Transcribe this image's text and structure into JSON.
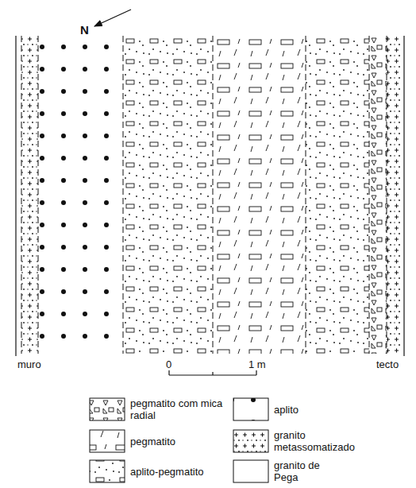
{
  "diagram": {
    "labels": [
      "N",
      "muro",
      "0",
      "1 m",
      "tecto"
    ],
    "legend": [
      {
        "text": "pegmatito com mica radial"
      },
      {
        "text": "aplito"
      },
      {
        "text": "pegmatito"
      },
      {
        "text": "granito metassomatizado"
      },
      {
        "text": "aplito-pegmatito"
      },
      {
        "text": "granito de Pega"
      }
    ]
  }
}
